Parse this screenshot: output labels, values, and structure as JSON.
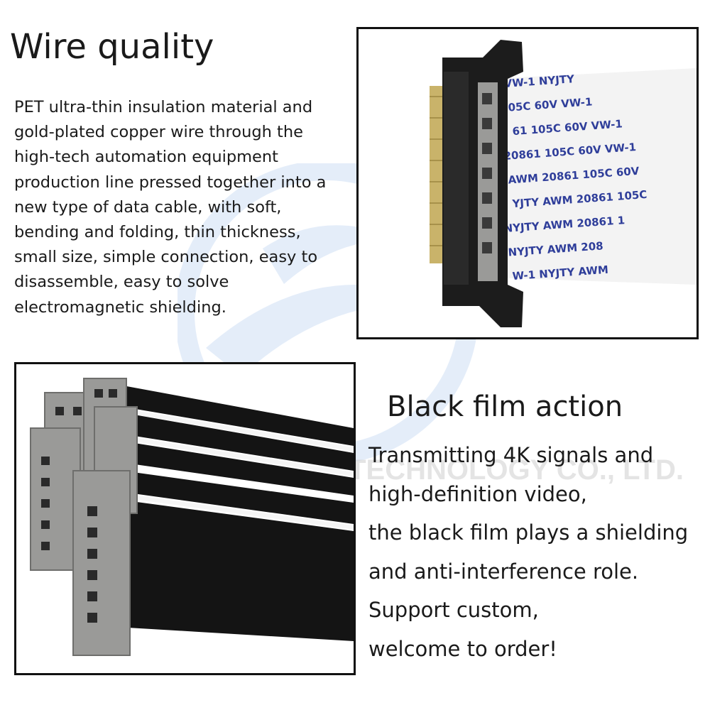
{
  "section1": {
    "title": "Wire quality",
    "body": "PET ultra-thin insulation material and gold-plated copper wire through the high-tech automation equipment production line pressed together into a new type of data cable, with soft, bending and folding, thin thickness, small size, simple connection, easy to disassemble, easy to solve electromagnetic shielding."
  },
  "section2": {
    "title": "Black film action",
    "lines": [
      "Transmitting 4K signals and",
      "high-definition video,",
      "the black film plays a shielding",
      "and anti-interference role.",
      "Support custom,",
      "welcome to order!"
    ]
  },
  "watermark": "ELECTRONIC TECHNOLOGY CO., LTD.",
  "cable_print": {
    "rows": [
      "VW-1        NYJTY",
      "05C   60V   VW-1",
      "61   105C   60V   VW-1",
      "20861   105C   60V   VW-1",
      "AWM   20861   105C   60V",
      "YJTY   AWM   20861   105C",
      "NYJTY   AWM   20861   1",
      "NYJTY   AWM   208",
      "W-1        NYJTY   AWM"
    ]
  },
  "colors": {
    "text": "#1a1a1a",
    "border": "#111111",
    "cable_white": "#f2f2f2",
    "cable_print": "#2f3e9a",
    "connector_black": "#1c1c1c",
    "gold_contacts": "#c9b36a",
    "metal": "#9a9a98",
    "film_black": "#141414"
  }
}
